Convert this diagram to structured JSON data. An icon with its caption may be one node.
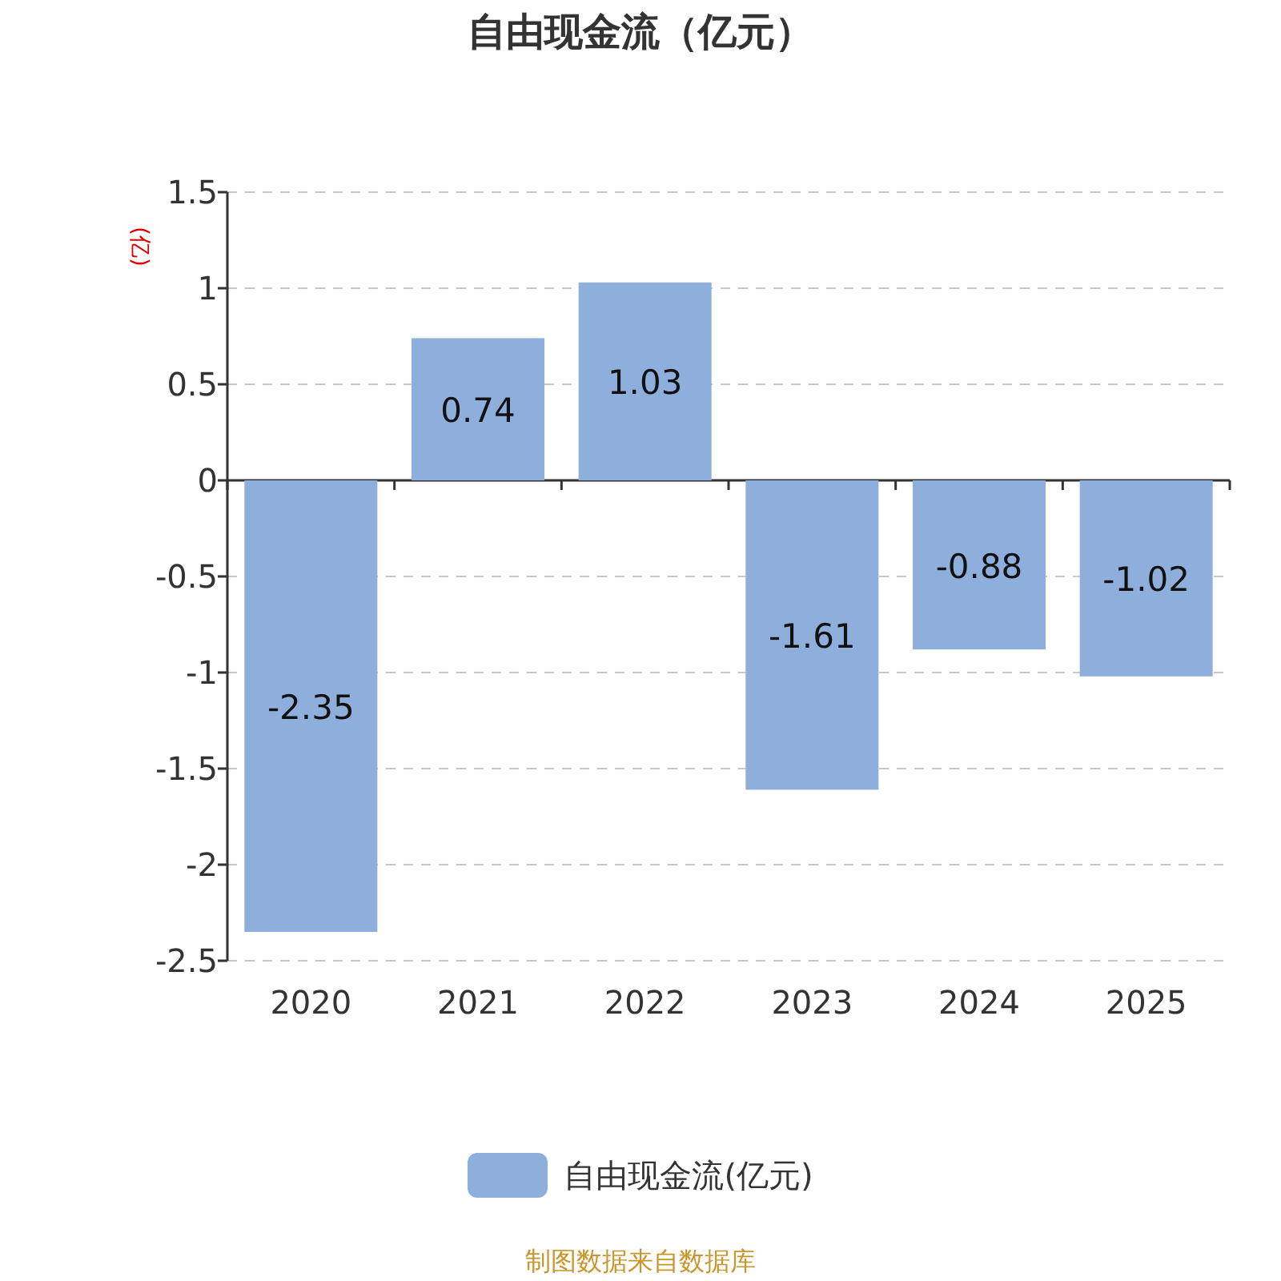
{
  "diagram": {
    "title": "自由现金流（亿元）",
    "caption": "制图数据来自数据库",
    "chart_data": {
      "type": "bar",
      "ylabel": "(亿)",
      "categories": [
        "2020",
        "2021",
        "2022",
        "2023",
        "2024",
        "2025"
      ],
      "series": [
        {
          "name": "自由现金流(亿元)",
          "color": "#8eaedb",
          "values": [
            -2.35,
            0.74,
            1.03,
            -1.61,
            -0.88,
            -1.02
          ]
        }
      ],
      "ylim": [
        -2.5,
        1.5
      ],
      "yticks": [
        1.5,
        1,
        0.5,
        0,
        -0.5,
        -1,
        -1.5,
        -2,
        -2.5
      ],
      "data_labels": true,
      "grid": true
    }
  }
}
